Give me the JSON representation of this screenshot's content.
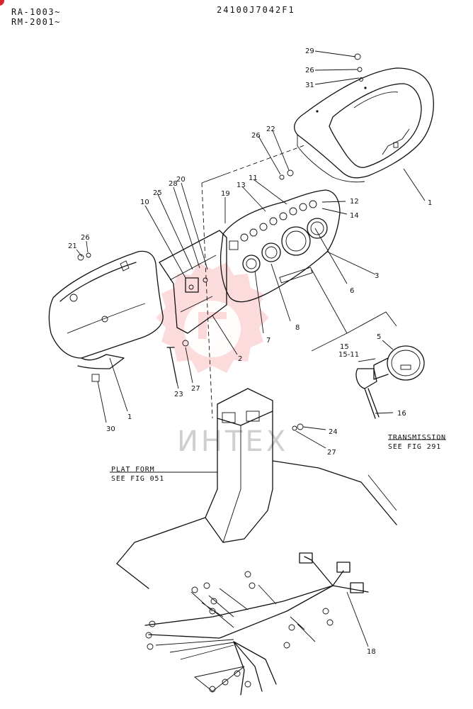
{
  "header": {
    "model_line_1": "RA-1003~",
    "model_line_2": "RM-2001~",
    "doc_id": "24100J7042F1"
  },
  "notes": {
    "transmission_1": "TRANSMISSION",
    "transmission_2": "SEE FIG 291",
    "platform_1": "PLAT FORM",
    "platform_2": "SEE FIG 051"
  },
  "watermark": "ИНТЕХ",
  "callouts": {
    "c29": "29",
    "c26a": "26",
    "c31": "31",
    "c1a": "1",
    "c22": "22",
    "c26b": "26",
    "c11": "11",
    "c13": "13",
    "c12": "12",
    "c14": "14",
    "c19": "19",
    "c20": "20",
    "c28": "28",
    "c25": "25",
    "c10": "10",
    "c21": "21",
    "c26c": "26",
    "c3": "3",
    "c6": "6",
    "c7": "7",
    "c8": "8",
    "c2": "2",
    "c5": "5",
    "c15": "15",
    "c1511": "15-11",
    "c16": "16",
    "c23": "23",
    "c27a": "27",
    "c1b": "1",
    "c30": "30",
    "c24": "24",
    "c27b": "27",
    "c18": "18"
  },
  "colors": {
    "line": "#111111",
    "watermark": "#e8393f",
    "corner_dot": "#d9232d"
  }
}
